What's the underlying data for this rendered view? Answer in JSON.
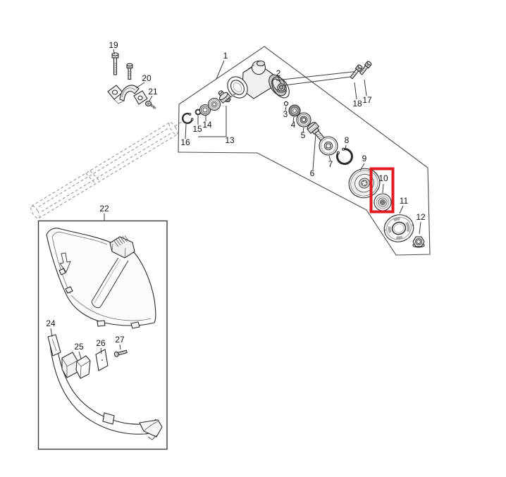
{
  "diagram": {
    "type": "exploded-parts-diagram",
    "selected_part": "10",
    "highlight_color": "#e11a21",
    "line_color": "#2e2e2e",
    "background": "#ffffff"
  },
  "part_labels": [
    "1",
    "2",
    "3",
    "4",
    "5",
    "6",
    "7",
    "8",
    "9",
    "10",
    "11",
    "12",
    "13",
    "14",
    "15",
    "16",
    "17",
    "18",
    "19",
    "20",
    "21",
    "22",
    "24",
    "25",
    "26",
    "27"
  ]
}
